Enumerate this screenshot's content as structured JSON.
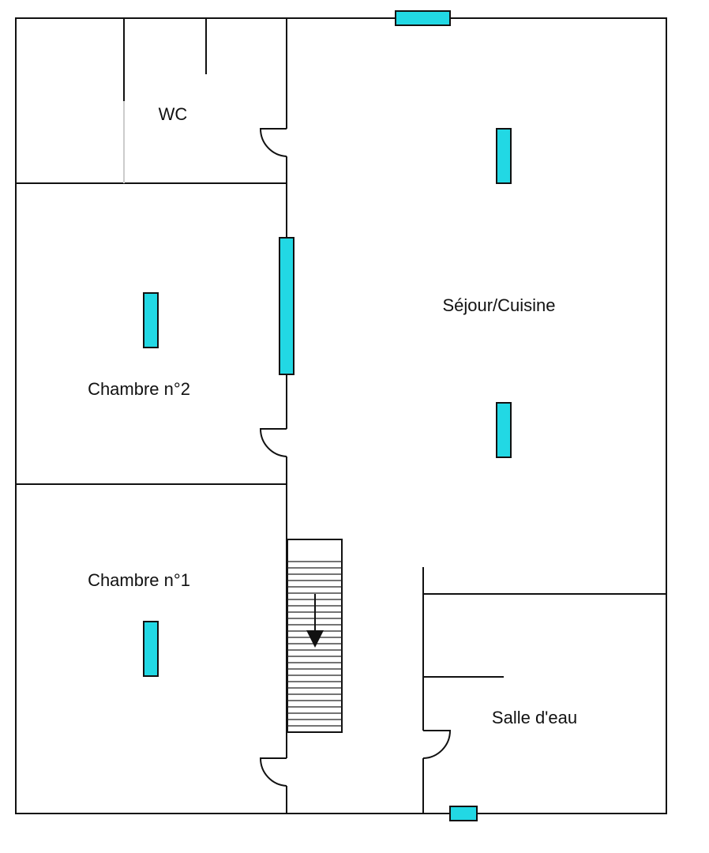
{
  "rooms": {
    "wc": "WC",
    "sejour": "Séjour/Cuisine",
    "chambre2": "Chambre n°2",
    "chambre1": "Chambre n°1",
    "salle_eau": "Salle d'eau"
  },
  "colors": {
    "window": "#22d8e4",
    "wall": "#111111",
    "background": "#ffffff"
  }
}
